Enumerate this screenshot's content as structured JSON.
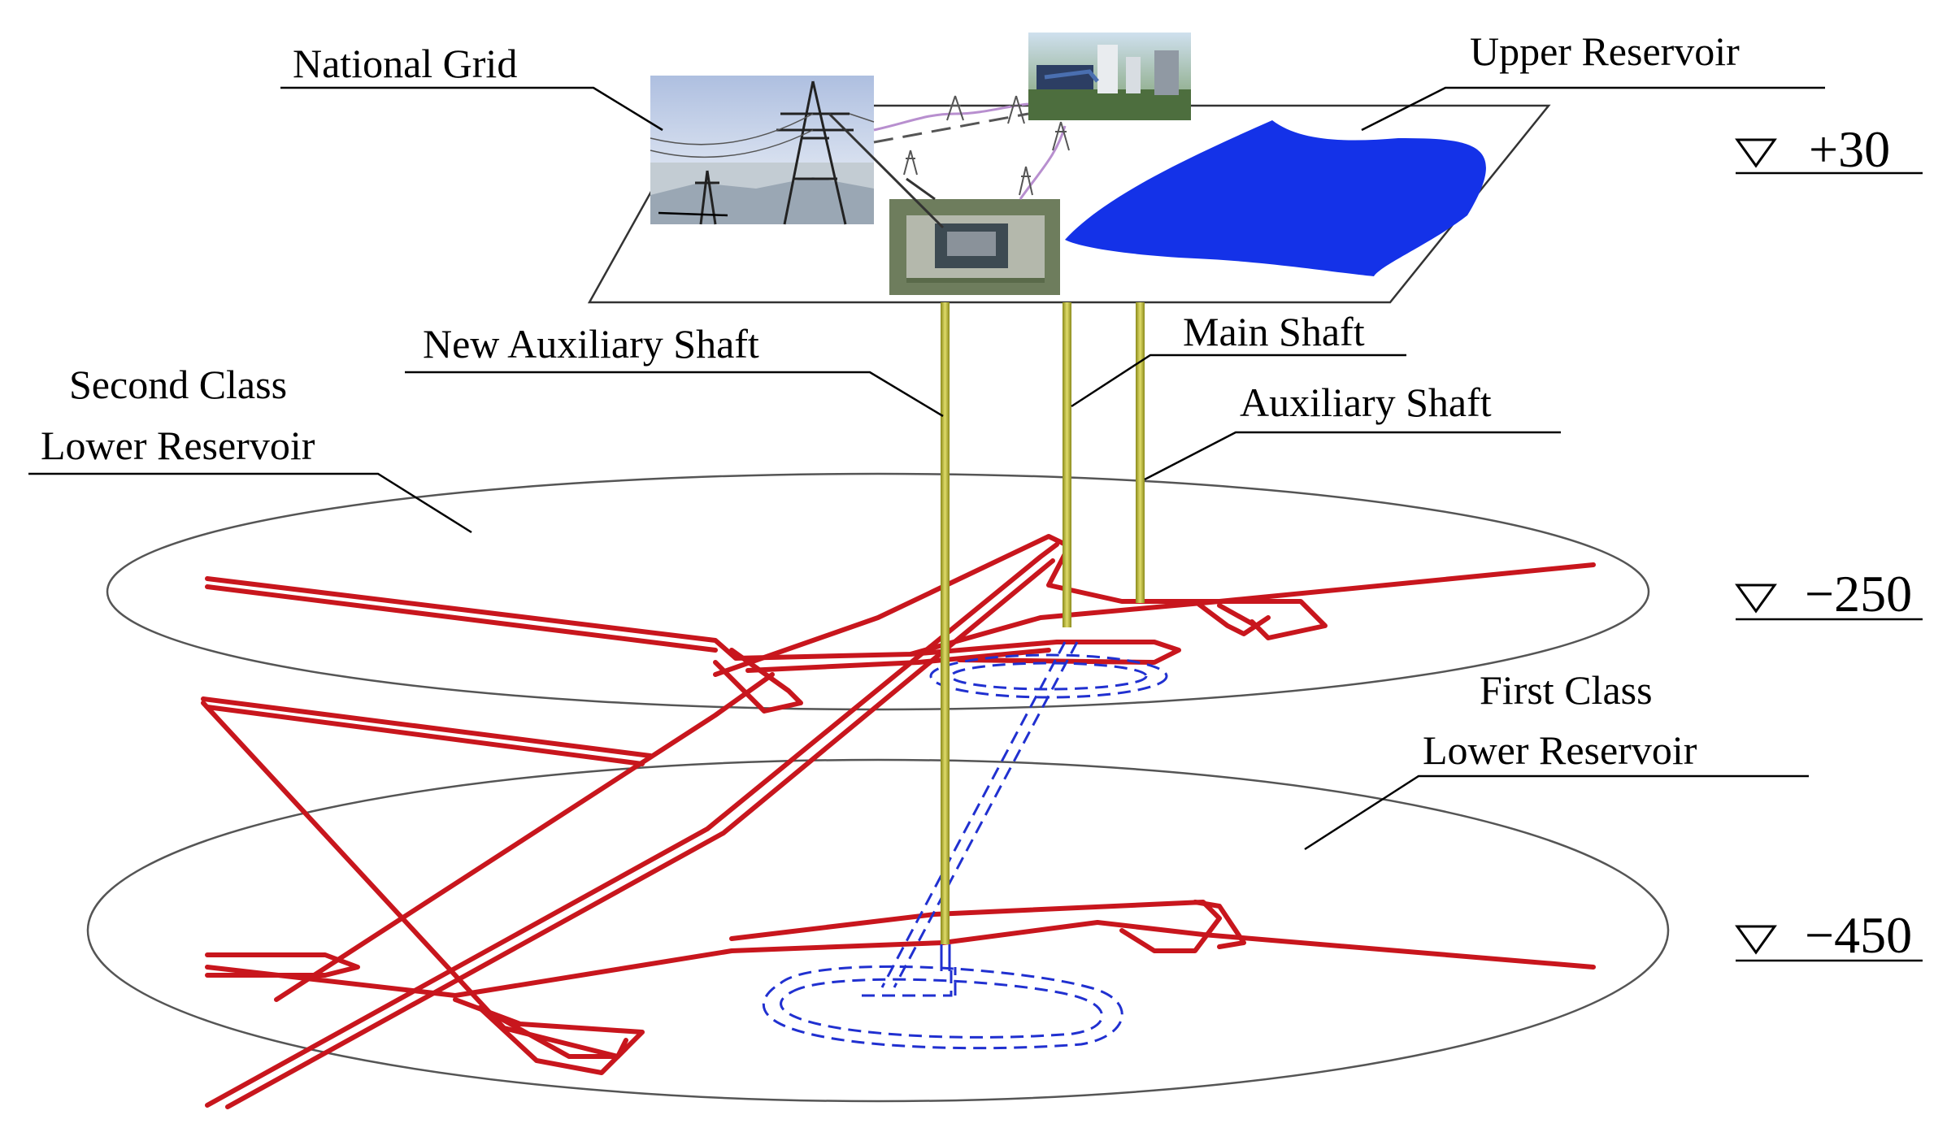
{
  "labels": {
    "national_grid": "National Grid",
    "upper_reservoir": "Upper Reservoir",
    "new_auxiliary_shaft": "New Auxiliary Shaft",
    "main_shaft": "Main Shaft",
    "auxiliary_shaft": "Auxiliary Shaft",
    "second_class_line1": "Second Class",
    "second_class_line2": "Lower Reservoir",
    "first_class_line1": "First Class",
    "first_class_line2": "Lower Reservoir"
  },
  "elevations": {
    "top": "+30",
    "middle": "−250",
    "bottom": "−450"
  },
  "colors": {
    "roadway_red": "#c8161d",
    "reservoir_blue": "#1432e8",
    "water_dashed_blue": "#2030d0",
    "shaft_yellow": "#b8b62a",
    "outline": "#333333"
  },
  "icons": {
    "elevation_marker": "inverted-triangle",
    "grid_photo": "transmission-tower-photo",
    "plant_photo": "power-plant-photo",
    "substation_photo": "substation-photo"
  }
}
